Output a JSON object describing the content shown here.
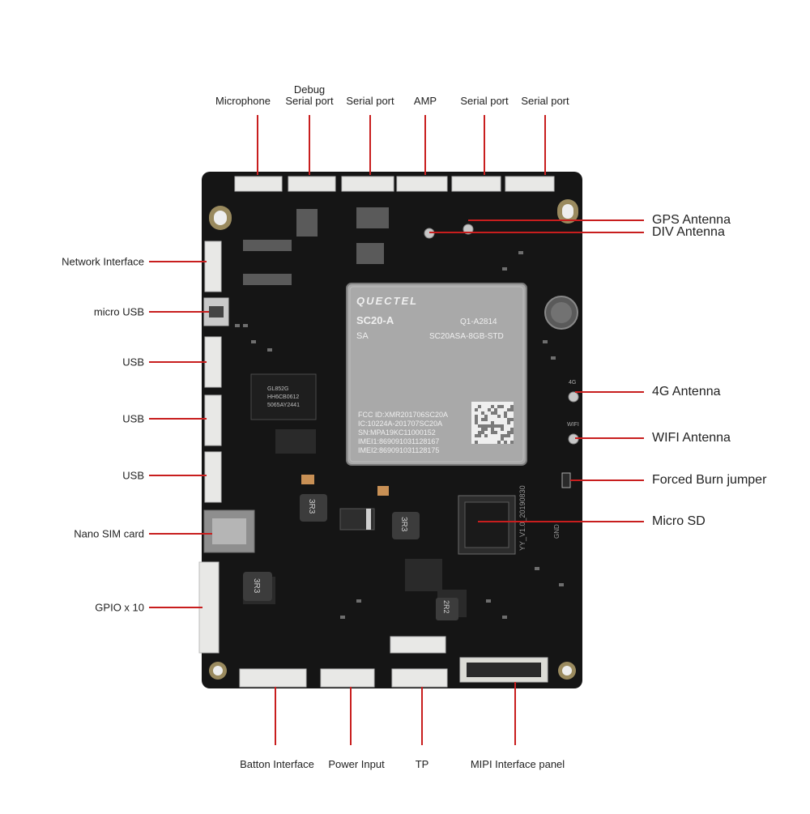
{
  "labels": {
    "top": [
      {
        "id": "microphone",
        "text": "Microphone"
      },
      {
        "id": "debug-serial",
        "line1": "Debug",
        "line2": "Serial port"
      },
      {
        "id": "serial-1",
        "text": "Serial port"
      },
      {
        "id": "amp",
        "text": "AMP"
      },
      {
        "id": "serial-2",
        "text": "Serial port"
      },
      {
        "id": "serial-3",
        "text": "Serial port"
      }
    ],
    "left": [
      {
        "id": "network",
        "text": "Network Interface"
      },
      {
        "id": "micro-usb",
        "text": "micro USB"
      },
      {
        "id": "usb-1",
        "text": "USB"
      },
      {
        "id": "usb-2",
        "text": "USB"
      },
      {
        "id": "usb-3",
        "text": "USB"
      },
      {
        "id": "nano-sim",
        "text": "Nano SIM card"
      },
      {
        "id": "gpio",
        "text": "GPIO x 10"
      }
    ],
    "right": [
      {
        "id": "gps",
        "text": "GPS Antenna"
      },
      {
        "id": "div",
        "text": "DIV Antenna"
      },
      {
        "id": "4g",
        "text": "4G Antenna"
      },
      {
        "id": "wifi",
        "text": "WIFI Antenna"
      },
      {
        "id": "burn",
        "text": "Forced Burn jumper"
      },
      {
        "id": "sd",
        "text": "Micro SD"
      }
    ],
    "bottom": [
      {
        "id": "button",
        "text": "Batton Interface"
      },
      {
        "id": "power",
        "text": "Power Input"
      },
      {
        "id": "tp",
        "text": "TP"
      },
      {
        "id": "mipi",
        "text": "MIPI Interface panel"
      }
    ]
  },
  "module": {
    "brand": "QUECTEL",
    "model": "SC20-A",
    "code": "Q1-A2814",
    "sa": "SA",
    "part": "SC20ASA-8GB-STD",
    "fcc": "FCC ID:XMR201706SC20A",
    "ic": "IC:10224A-201707SC20A",
    "sn": "SN:MPA19KC11000152",
    "imei1": "IMEI1:869091031128167",
    "imei2": "IMEI2:869091031128175"
  },
  "board_text": {
    "revision": "YY_V1.0_20190830",
    "inductor": "3R3",
    "inductor2": "2R2",
    "usb_chip_1": "GL852G",
    "usb_chip_2": "HH6CB0612",
    "usb_chip_3": "5065AY2441",
    "gnd": "GND",
    "antenna_4g": "4G",
    "antenna_wifi": "WIFI"
  },
  "colors": {
    "leader": "#c81e1e",
    "board": "#151515",
    "module": "#a9a9a9",
    "label": "#222222"
  }
}
